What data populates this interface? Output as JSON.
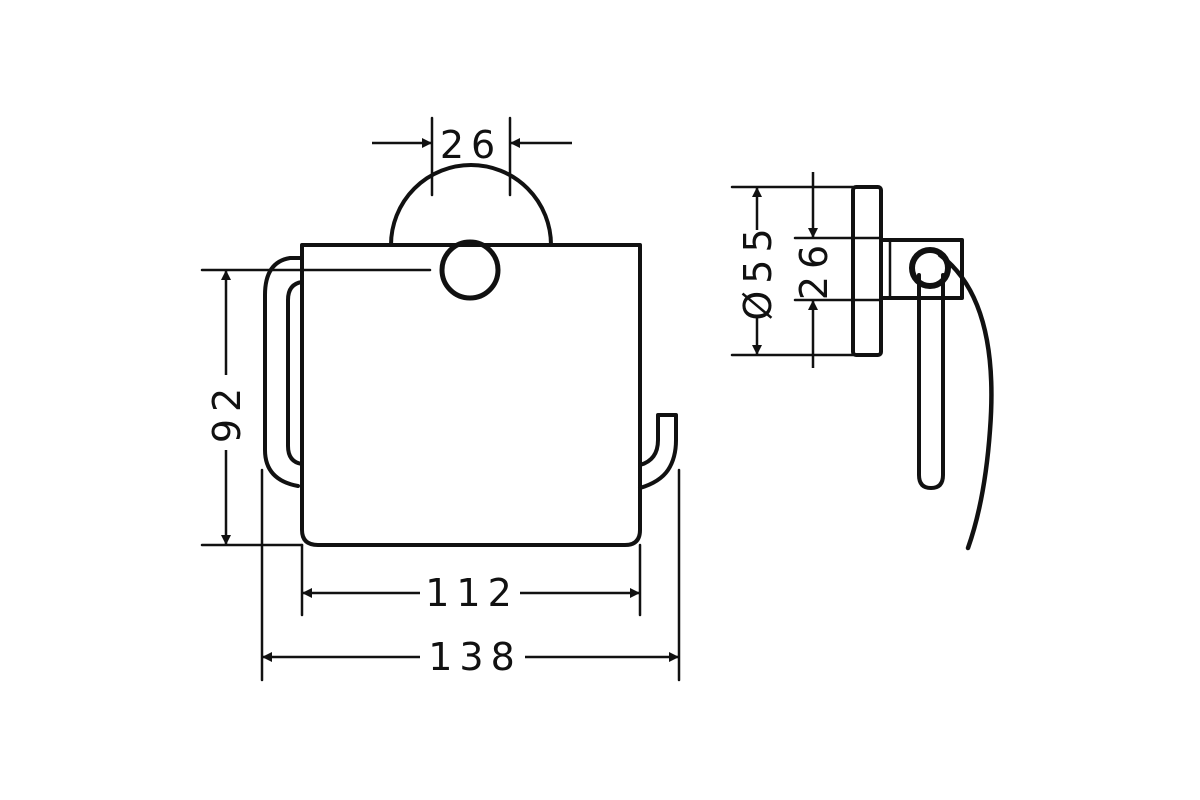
{
  "colors": {
    "line": "#111111",
    "background": "#ffffff"
  },
  "dimensions": {
    "rosette_diameter_front": "26",
    "height": "92",
    "cover_width": "112",
    "overall_width": "138",
    "rosette_diameter_side": "Ø55",
    "rosette_inner_side": "26"
  }
}
